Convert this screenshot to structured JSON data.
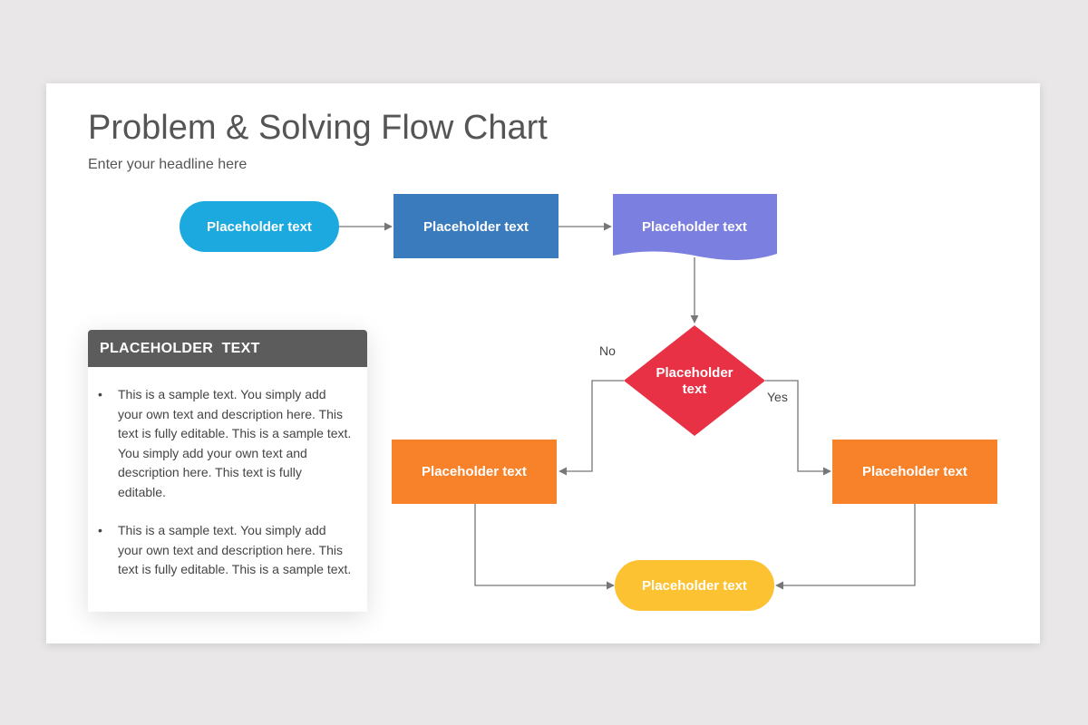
{
  "slide": {
    "title": "Problem & Solving Flow Chart",
    "subtitle": "Enter your headline here"
  },
  "flowchart": {
    "nodes": {
      "start": {
        "label": "Placeholder text",
        "shape": "terminator",
        "color": "#1ba9df"
      },
      "process": {
        "label": "Placeholder text",
        "shape": "process",
        "color": "#3a7bbd"
      },
      "document": {
        "label": "Placeholder text",
        "shape": "document",
        "color": "#7b7fdf"
      },
      "decision": {
        "label_line1": "Placeholder",
        "label_line2": "text",
        "shape": "decision",
        "color": "#e83145"
      },
      "no_branch": {
        "label": "Placeholder text",
        "shape": "process",
        "color": "#f7822a"
      },
      "yes_branch": {
        "label": "Placeholder text",
        "shape": "process",
        "color": "#f7822a"
      },
      "end": {
        "label": "Placeholder text",
        "shape": "terminator",
        "color": "#fcc232"
      }
    },
    "edges": {
      "no_label": "No",
      "yes_label": "Yes"
    },
    "connector_color": "#777777"
  },
  "card": {
    "header": "PLACEHOLDER  TEXT",
    "bullets": [
      "This is a sample text. You simply add your own text and description here. This text is fully editable. This is a sample text. You simply add your own text and description here. This text is fully editable.",
      "This is a sample text. You simply add your own text and description here. This text is fully editable. This is a sample text."
    ]
  }
}
